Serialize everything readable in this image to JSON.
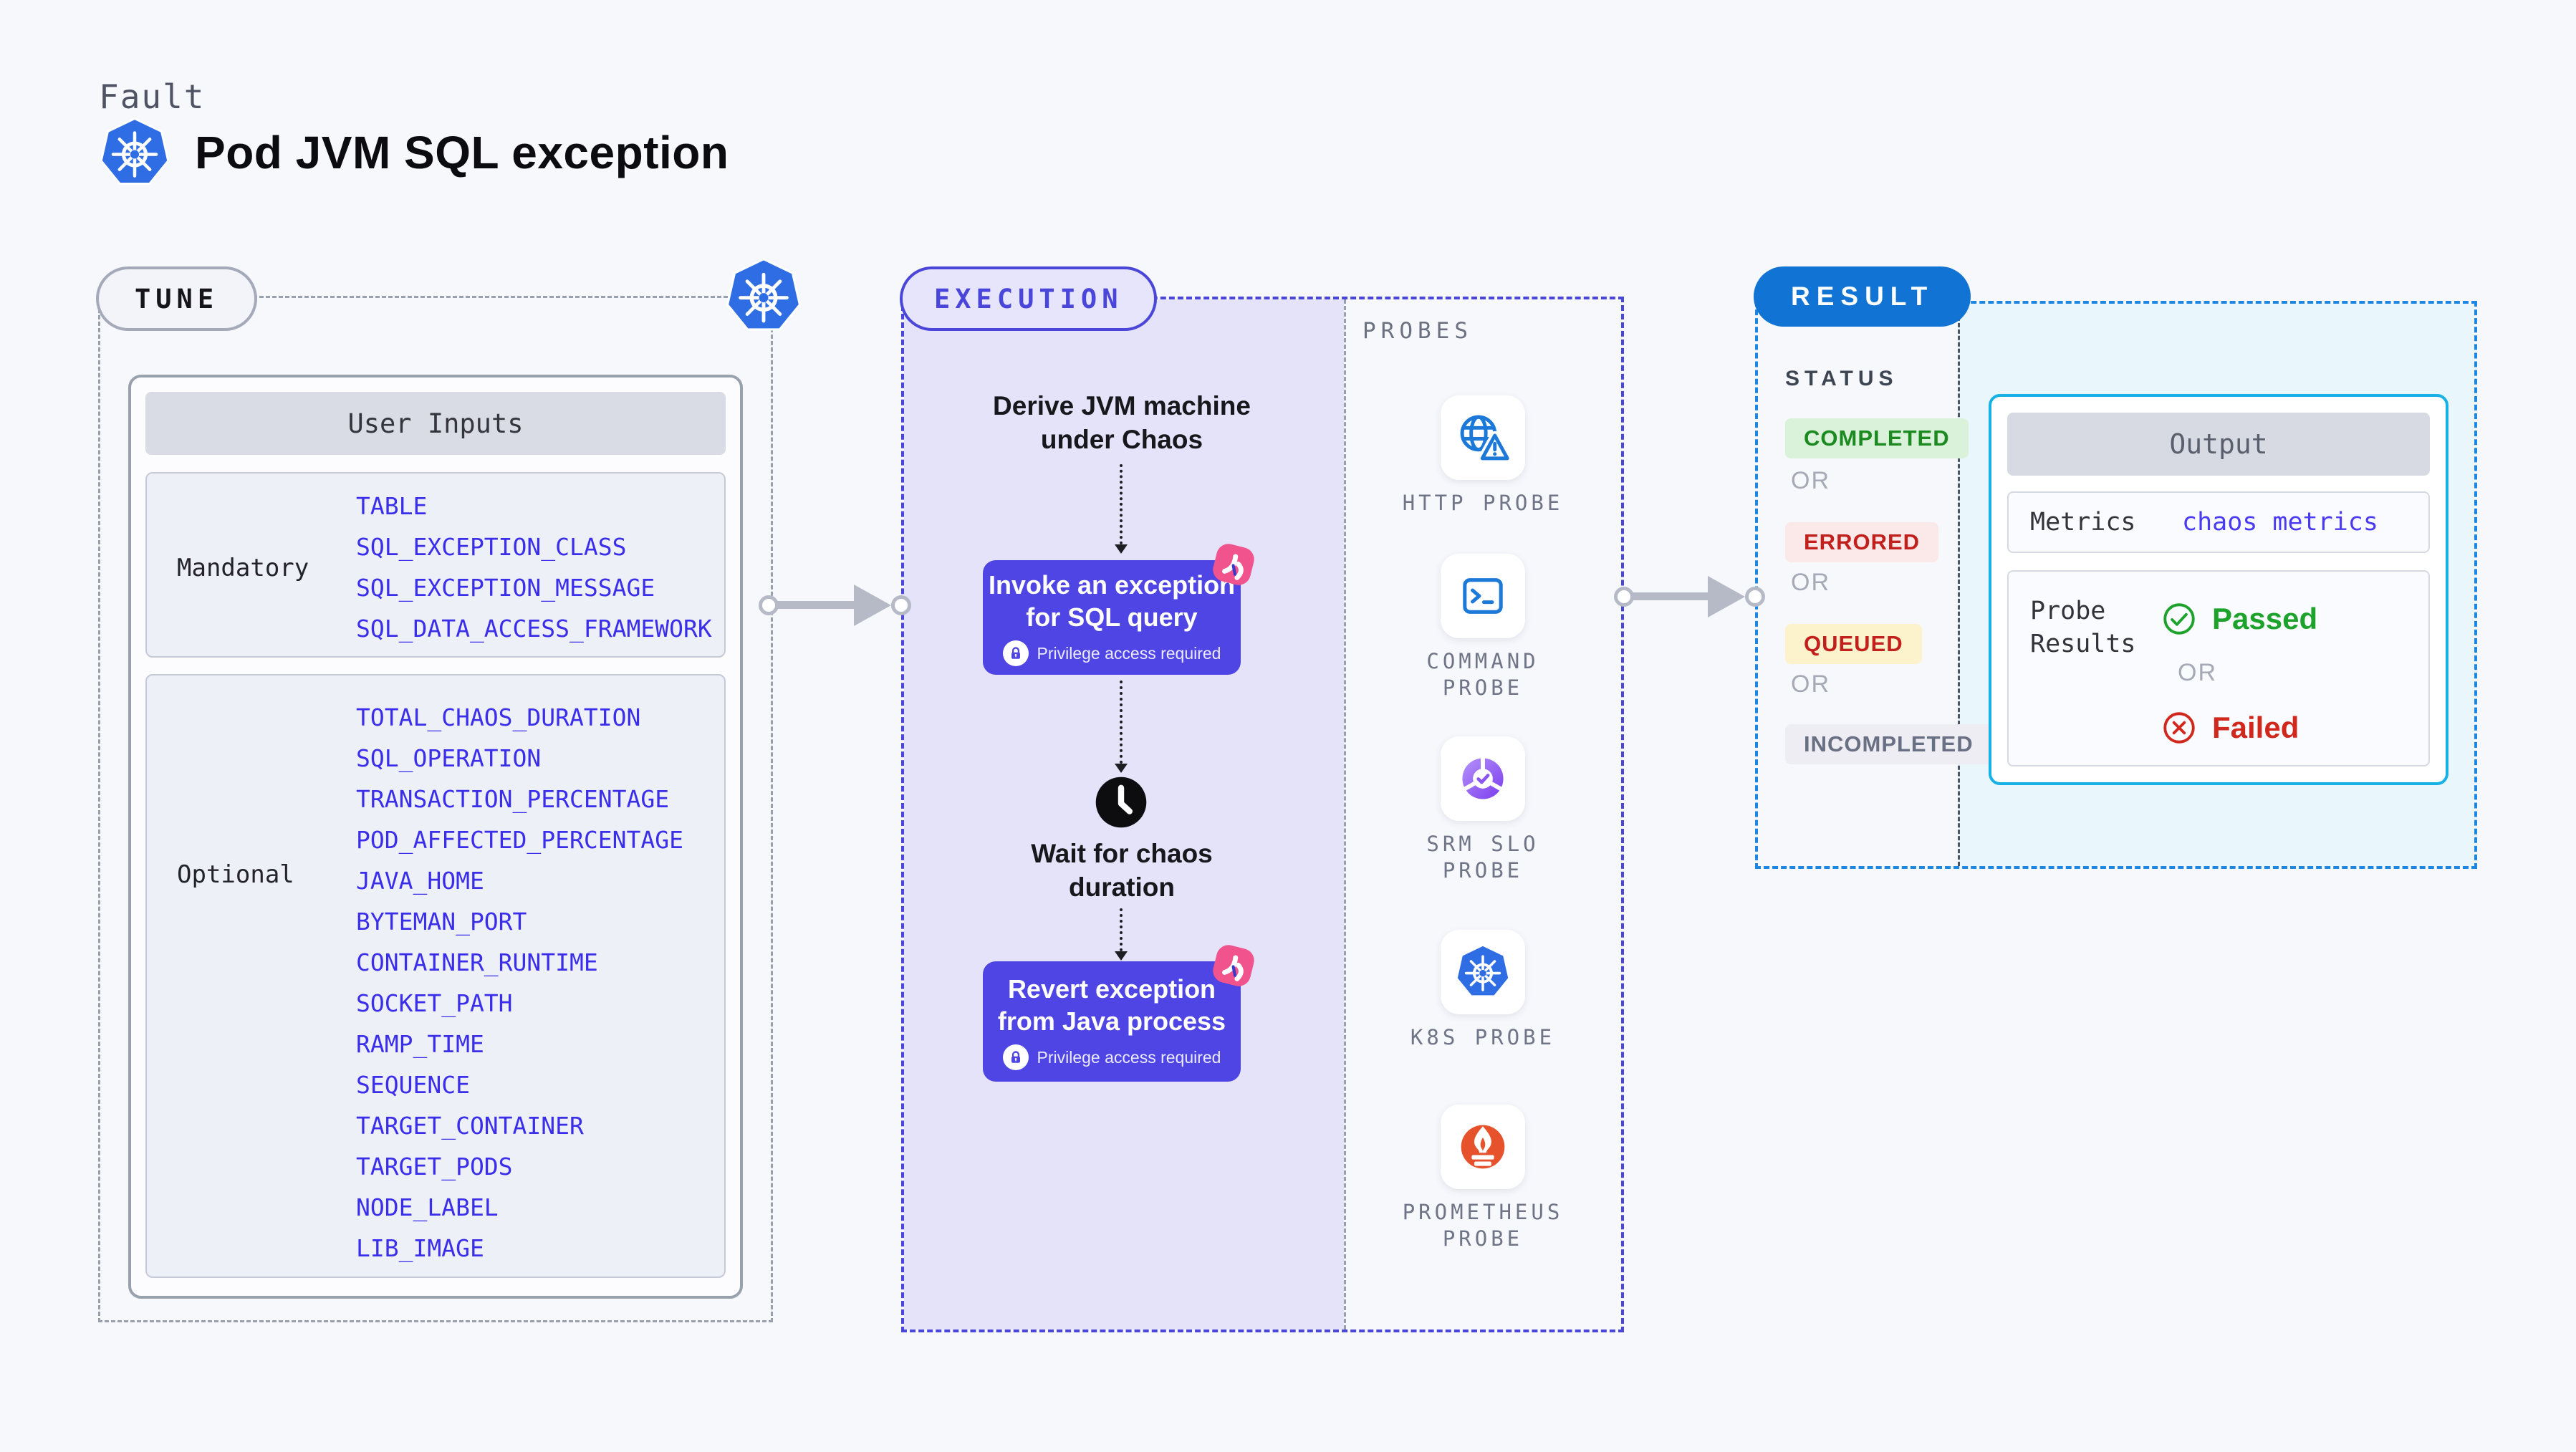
{
  "page": {
    "kicker": "Fault",
    "title": "Pod JVM SQL exception"
  },
  "colors": {
    "accent_indigo": "#4e45e4",
    "execution_dash": "#4b46da",
    "lavender_fill": "#e5e3fa",
    "k8s_blue": "#2f6de4",
    "probe_icon_blue": "#1d79d8",
    "prometheus_orange": "#e6522c",
    "chaos_pink": "#f1538d",
    "result_blue": "#1173d3",
    "result_dash": "#1c86e1",
    "output_border_cyan": "#18b1e6",
    "output_fill_cyan": "#e9f7fd",
    "param_blue": "#3a2eea",
    "passed_green": "#1da32c",
    "failed_red": "#d0281d"
  },
  "tune": {
    "badge": "TUNE",
    "panel_title": "User Inputs",
    "mandatory_label": "Mandatory",
    "mandatory_items": [
      "TABLE",
      "SQL_EXCEPTION_CLASS",
      "SQL_EXCEPTION_MESSAGE",
      "SQL_DATA_ACCESS_FRAMEWORK"
    ],
    "optional_label": "Optional",
    "optional_items": [
      "TOTAL_CHAOS_DURATION",
      "SQL_OPERATION",
      "TRANSACTION_PERCENTAGE",
      "POD_AFFECTED_PERCENTAGE",
      "JAVA_HOME",
      "BYTEMAN_PORT",
      "CONTAINER_RUNTIME",
      "SOCKET_PATH",
      "RAMP_TIME",
      "SEQUENCE",
      "TARGET_CONTAINER",
      "TARGET_PODS",
      "NODE_LABEL",
      "LIB_IMAGE"
    ]
  },
  "execution": {
    "badge": "EXECUTION",
    "step_derive": "Derive JVM machine\nunder Chaos",
    "step_invoke": "Invoke an exception\nfor SQL query",
    "privilege_note": "Privilege access required",
    "step_wait": "Wait for chaos\nduration",
    "step_revert": "Revert exception\nfrom Java process"
  },
  "probes": {
    "title": "PROBES",
    "items": [
      {
        "icon": "globe-alert-icon",
        "label": "HTTP PROBE"
      },
      {
        "icon": "terminal-icon",
        "label": "COMMAND\nPROBE"
      },
      {
        "icon": "slo-donut-check-icon",
        "label": "SRM SLO\nPROBE"
      },
      {
        "icon": "kubernetes-icon",
        "label": "K8S PROBE"
      },
      {
        "icon": "prometheus-flame-icon",
        "label": "PROMETHEUS\nPROBE"
      }
    ]
  },
  "result": {
    "badge": "RESULT",
    "status_title": "STATUS",
    "or": "OR",
    "statuses": [
      {
        "label": "COMPLETED",
        "fg": "#1c8a21",
        "bg": "#d9f2d9"
      },
      {
        "label": "ERRORED",
        "fg": "#c2201c",
        "bg": "#fbe9e9"
      },
      {
        "label": "QUEUED",
        "fg": "#c2201c",
        "bg": "#fcf3cd"
      },
      {
        "label": "INCOMPLETED",
        "fg": "#697083",
        "bg": "#ededf3"
      }
    ],
    "output": {
      "title": "Output",
      "metrics_label": "Metrics",
      "metrics_value": "chaos metrics",
      "probe_results_label": "Probe\nResults",
      "passed": "Passed",
      "or": "OR",
      "failed": "Failed"
    }
  }
}
